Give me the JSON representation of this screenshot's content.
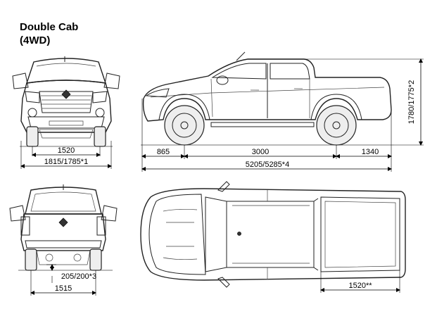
{
  "title": {
    "line1": "Double Cab",
    "line2": "(4WD)"
  },
  "dimensions": {
    "front_track": "1520",
    "front_overall_width": "1815/1785*1",
    "front_overhang": "865",
    "wheelbase": "3000",
    "rear_overhang": "1340",
    "overall_length": "5205/5285*4",
    "overall_height": "1780/1775*2",
    "ground_clearance": "205/200*3",
    "rear_track": "1515",
    "bed_length": "1520**"
  }
}
